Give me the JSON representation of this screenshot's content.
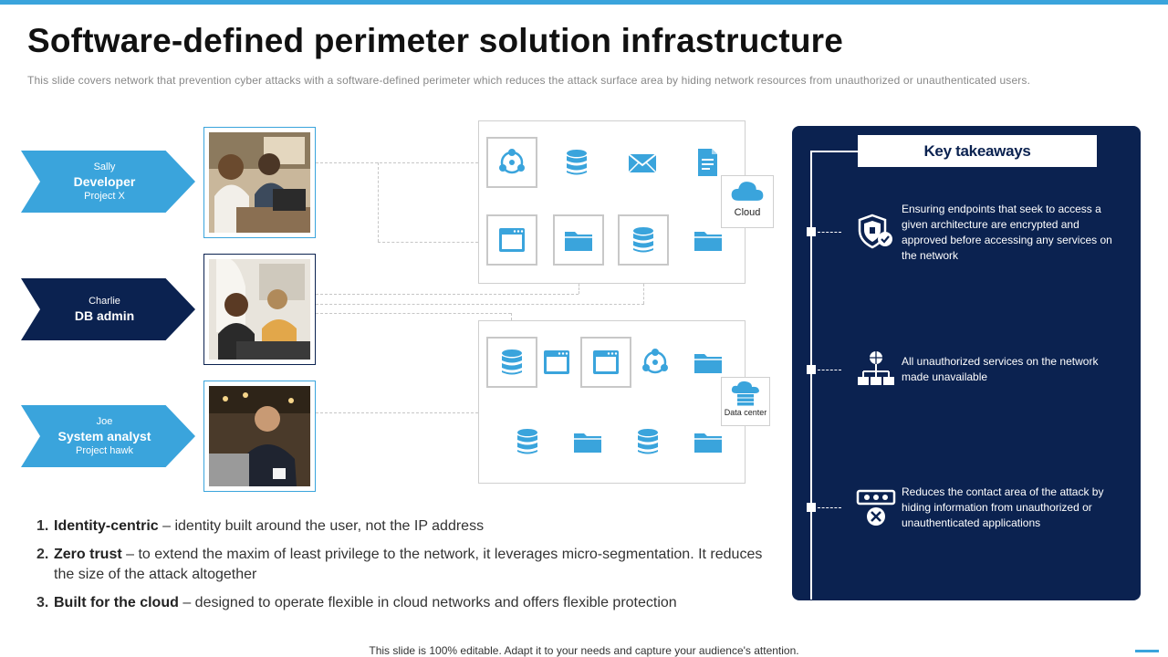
{
  "title": "Software-defined perimeter solution infrastructure",
  "subtitle": "This slide covers network that prevention  cyber attacks with a software-defined  perimeter which reduces the attack surface area by hiding network resources from unauthorized or unauthenticated users.",
  "users": [
    {
      "name": "Sally",
      "role": "Developer",
      "project": "Project X"
    },
    {
      "name": "Charlie",
      "role": "DB admin",
      "project": ""
    },
    {
      "name": "Joe",
      "role": "System analyst",
      "project": "Project hawk"
    }
  ],
  "top_box": {
    "tag": "Cloud"
  },
  "bottom_box": {
    "tag": "Data center"
  },
  "points": [
    {
      "num": "1.",
      "bold": "Identity-centric",
      "text": " – identity built around the user, not the IP address"
    },
    {
      "num": "2.",
      "bold": "Zero trust",
      "text": " – to extend the maxim of least privilege to the network, it leverages micro-segmentation. It reduces the size of the attack altogether"
    },
    {
      "num": "3.",
      "bold": "Built for the cloud",
      "text": " –  designed to operate flexible in cloud networks and offers flexible protection"
    }
  ],
  "key_takeaways": {
    "heading": "Key takeaways",
    "items": [
      {
        "icon": "shield-check-icon",
        "text": "Ensuring endpoints that seek to access a given architecture are encrypted and approved before accessing any services on the network"
      },
      {
        "icon": "network-icon",
        "text": "All unauthorized services on the network made unavailable"
      },
      {
        "icon": "password-denied-icon",
        "text": "Reduces the contact area of the attack by hiding information from unauthorized or unauthenticated applications"
      }
    ]
  },
  "footer": "This slide is 100% editable. Adapt it to your needs and capture your audience's attention.",
  "colors": {
    "accent": "#3aa4dc",
    "navy": "#0b2250"
  }
}
